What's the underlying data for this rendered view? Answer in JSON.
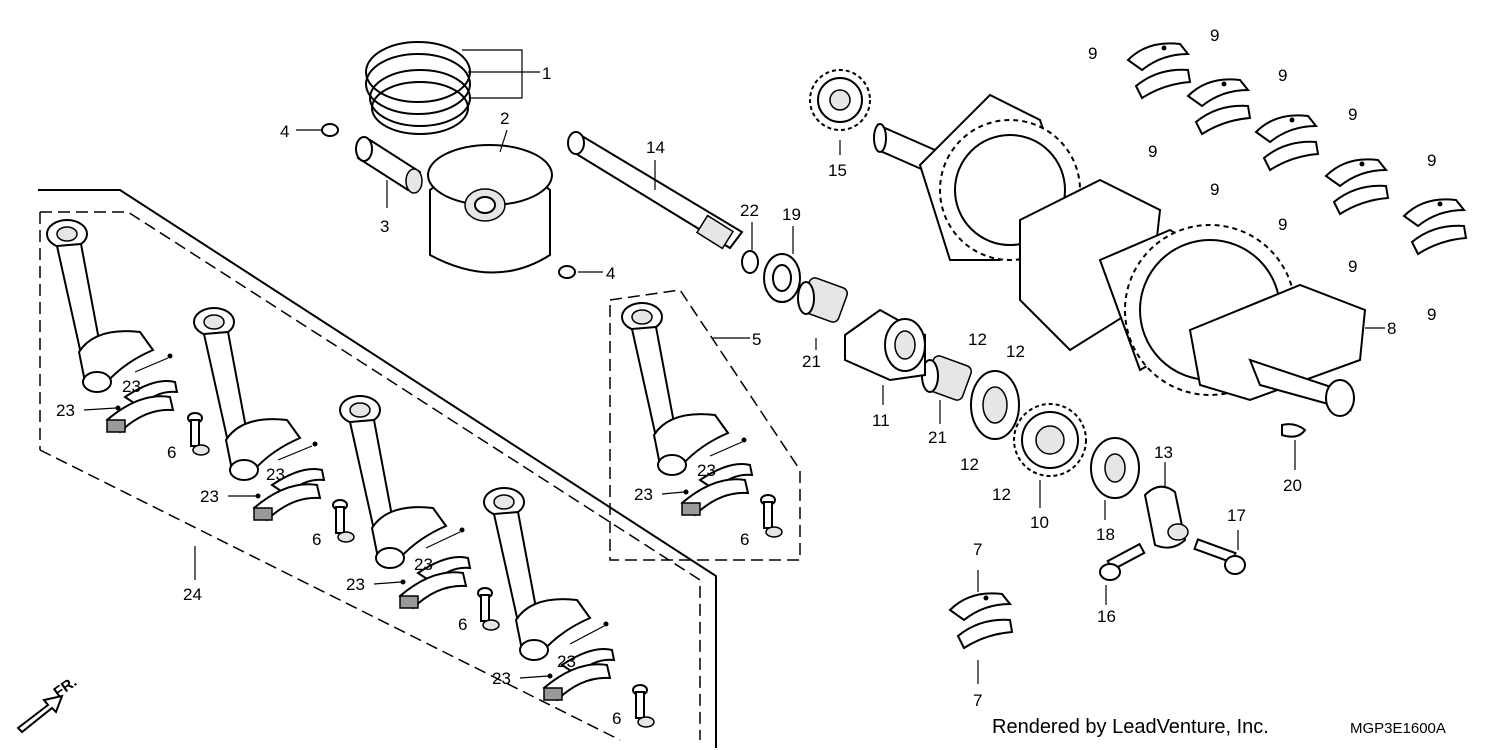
{
  "footer": {
    "credit": "Rendered by LeadVenture, Inc.",
    "diagram_code": "MGP3E1600A",
    "direction_marker": "FR."
  },
  "labels": {
    "p1": "1",
    "p2": "2",
    "p3": "3",
    "p4a": "4",
    "p4b": "4",
    "p5": "5",
    "p6a": "6",
    "p6b": "6",
    "p6c": "6",
    "p6d": "6",
    "p6e": "6",
    "p7a": "7",
    "p7b": "7",
    "p8": "8",
    "p9a": "9",
    "p9b": "9",
    "p9c": "9",
    "p9d": "9",
    "p9e": "9",
    "p9f": "9",
    "p9g": "9",
    "p9h": "9",
    "p9i": "9",
    "p9j": "9",
    "p10": "10",
    "p11": "11",
    "p12a": "12",
    "p12b": "12",
    "p12c": "12",
    "p12d": "12",
    "p13": "13",
    "p14": "14",
    "p15": "15",
    "p16": "16",
    "p17": "17",
    "p18": "18",
    "p19": "19",
    "p20": "20",
    "p21a": "21",
    "p21b": "21",
    "p22": "22",
    "p23a": "23",
    "p23b": "23",
    "p23c": "23",
    "p23d": "23",
    "p23e": "23",
    "p23f": "23",
    "p23g": "23",
    "p23h": "23",
    "p23i": "23",
    "p23j": "23",
    "p24": "24"
  },
  "icons": {
    "direction": "arrow-front-icon"
  }
}
